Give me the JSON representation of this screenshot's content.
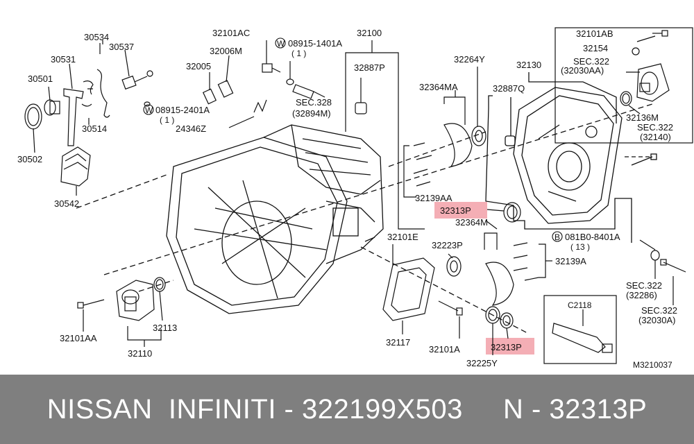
{
  "diagram": {
    "labels": {
      "l30534": "30534",
      "l30537": "30537",
      "l30531": "30531",
      "l30501": "30501",
      "l30514": "30514",
      "l30502": "30502",
      "l30542": "30542",
      "l32101AC": "32101AC",
      "l08915_1401A": "08915-1401A",
      "l08915_1401A_qty": "( 1 )",
      "l32006M": "32006M",
      "l32005": "32005",
      "l08915_2401A": "08915-2401A",
      "l08915_2401A_qty": "( 1 )",
      "l24346Z": "24346Z",
      "lSEC328": "SEC.328",
      "l32894M": "(32894M)",
      "l32100": "32100",
      "l32887P": "32887P",
      "l32264Y": "32264Y",
      "l32130": "32130",
      "l32364MA": "32364MA",
      "l32887Q": "32887Q",
      "l32101AB": "32101AB",
      "l32154": "32154",
      "lSEC322_a": "SEC.322",
      "l32030AA_a": "(32030AA)",
      "l32136M": "32136M",
      "lSEC322_b": "SEC.322",
      "l32140": "(32140)",
      "l32139AA": "32139AA",
      "l32313P_top": "32313P",
      "l32364M": "32364M",
      "l081B0_8401A": "081B0-8401A",
      "l081B0_qty": "( 13 )",
      "l32101E": "32101E",
      "l32223P": "32223P",
      "l32139A": "32139A",
      "lSEC322_c": "SEC.322",
      "l32286": "(32286)",
      "lSEC322_d": "SEC.322",
      "l32030A": "(32030A)",
      "lC2118": "C2118",
      "l32101AA": "32101AA",
      "l32113": "32113",
      "l32110": "32110",
      "l32117": "32117",
      "l32101A": "32101A",
      "l32313P_bottom": "32313P",
      "l32225Y": "32225Y",
      "lM3210037": "M3210037",
      "markerW": "W",
      "markerB": "B"
    },
    "highlight_color": "#f2a0a8"
  },
  "footer": {
    "text": "NISSAN  INFINITI - 322199X503     N - 32313P"
  }
}
